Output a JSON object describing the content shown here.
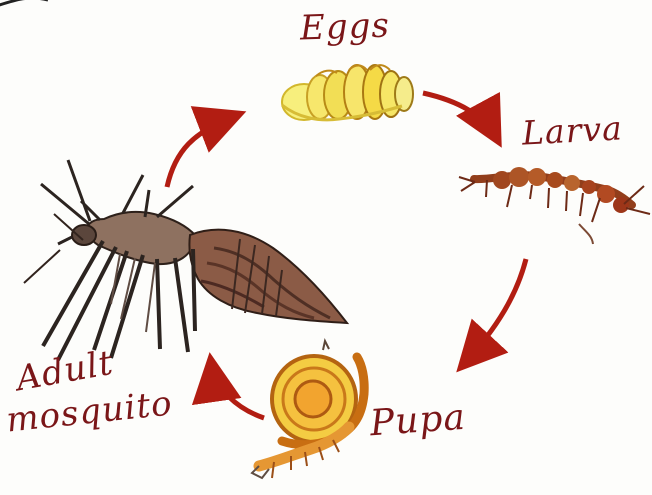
{
  "stages": {
    "eggs": "Eggs",
    "larva": "Larva",
    "pupa": "Pupa",
    "adult_line1": "Adult",
    "adult_line2": "mosquito"
  },
  "colors": {
    "label": "#7a1618",
    "arrow": "#b21d12",
    "egg_fill": "#f6e55f",
    "larva_body": "#a1471f",
    "pupa_outer": "#e58a22",
    "pupa_inner": "#f3c12f",
    "mosquito_body": "#5c453b",
    "mosquito_abdomen": "#8b5b46"
  }
}
